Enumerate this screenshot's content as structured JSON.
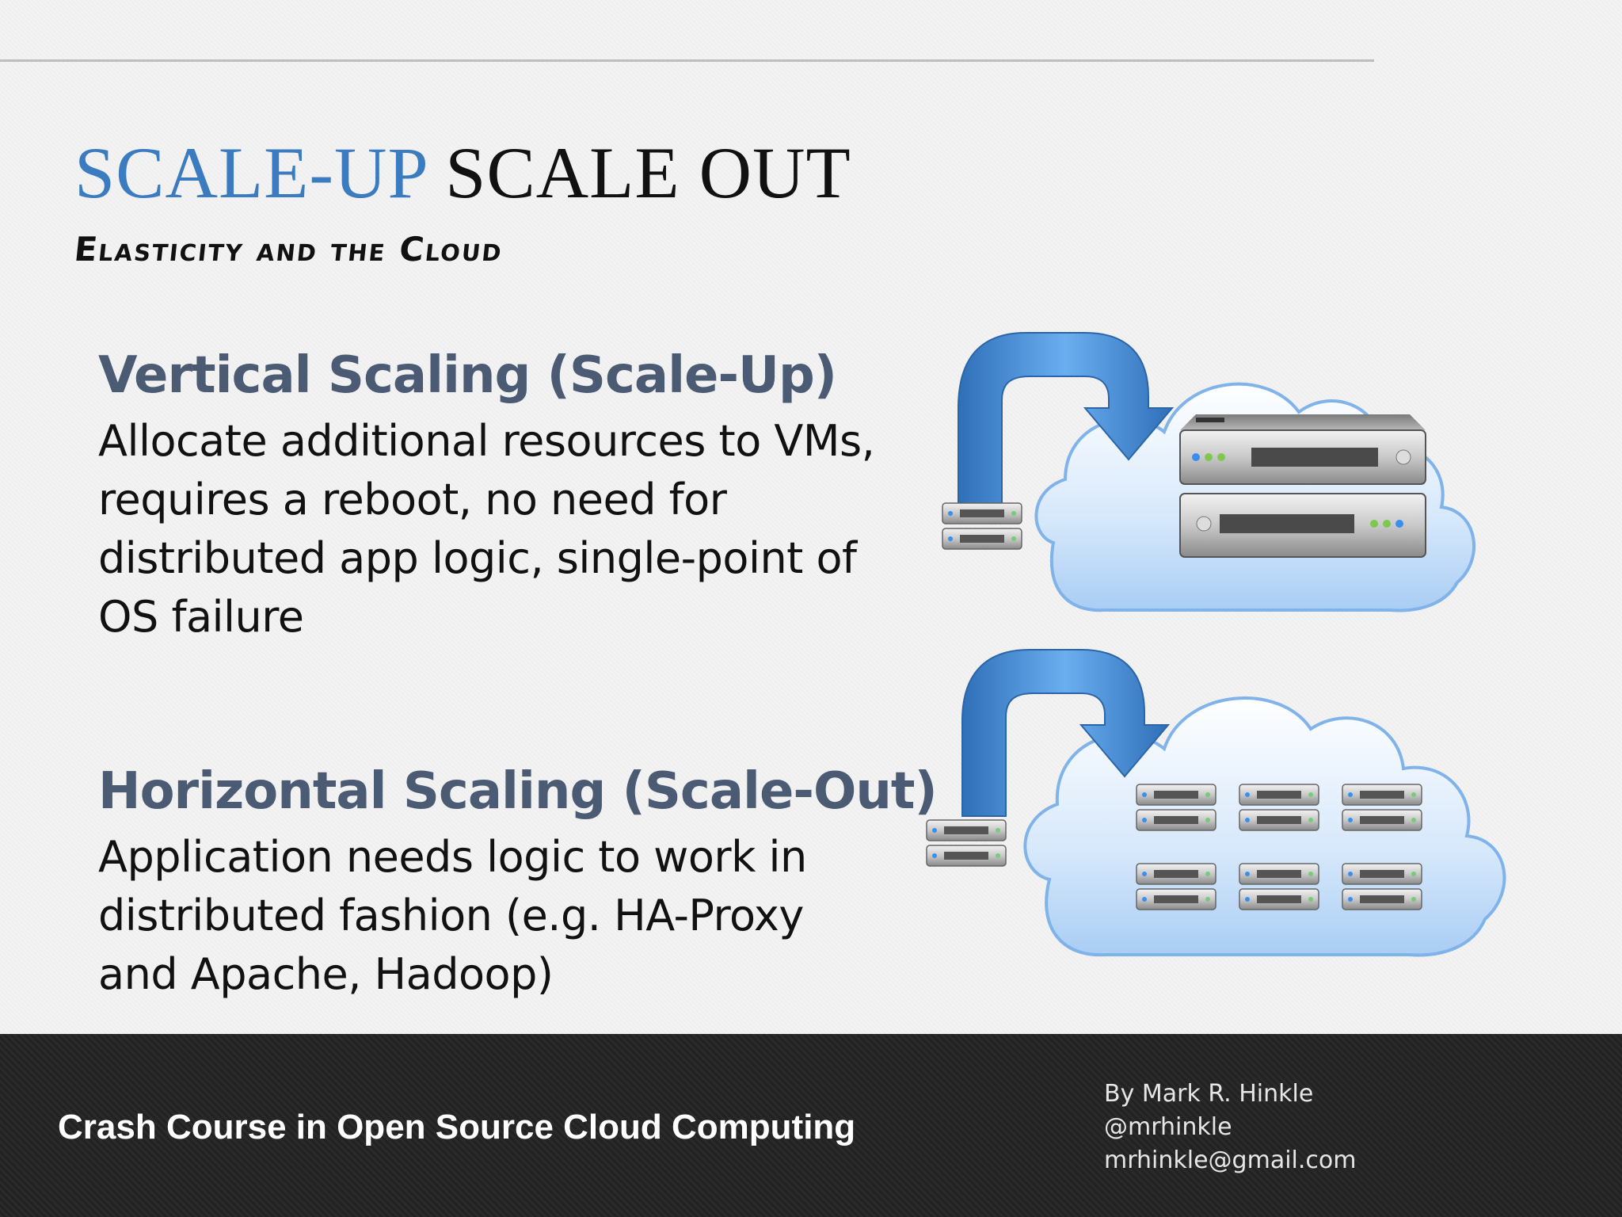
{
  "slide": {
    "title_highlight": "SCALE-UP",
    "title_rest": "SCALE OUT",
    "subtitle": "Elasticity and the Cloud"
  },
  "sections": [
    {
      "heading": "Vertical Scaling (Scale-Up)",
      "body": "Allocate additional resources to VMs, requires a reboot, no need for distributed app logic, single-point of OS failure",
      "illustration": "server-to-cloud-single-large-server-icon"
    },
    {
      "heading": "Horizontal Scaling (Scale-Out)",
      "body": "Application needs logic to work in distributed fashion (e.g. HA-Proxy and Apache, Hadoop)",
      "illustration": "server-to-cloud-many-servers-icon"
    }
  ],
  "footer": {
    "course_title": "Crash Course in Open Source Cloud Computing",
    "author": "By Mark R. Hinkle",
    "twitter": "@mrhinkle",
    "email": "mrhinkle@gmail.com"
  },
  "colors": {
    "title_accent": "#3b7bbf",
    "heading": "#4a5b73",
    "footer_bg": "#262626",
    "arrow_blue": "#4a8fd4"
  }
}
